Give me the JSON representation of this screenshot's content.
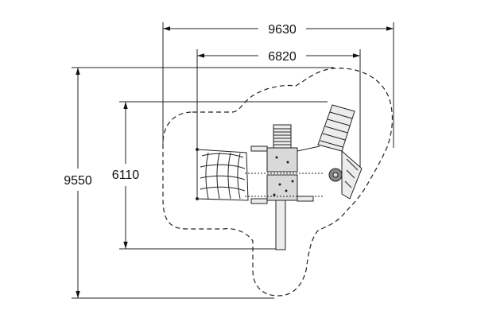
{
  "dimensions": {
    "overall_width": "9630",
    "inner_width": "6820",
    "overall_depth": "9550",
    "inner_depth": "6110"
  }
}
